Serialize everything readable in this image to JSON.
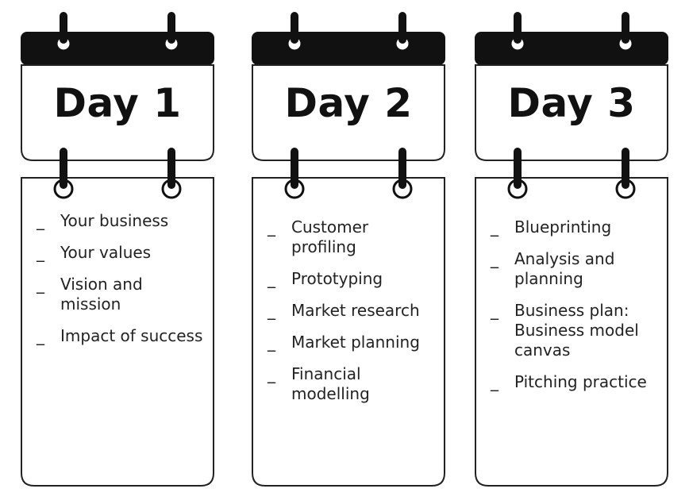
{
  "days": [
    {
      "title": "Day 1",
      "topics": [
        "Your business",
        "Your values",
        "Vision and mission",
        "Impact of success"
      ]
    },
    {
      "title": "Day 2",
      "topics": [
        "Customer profiling",
        "Prototyping",
        "Market research",
        "Market planning",
        "Financial modelling"
      ]
    },
    {
      "title": "Day 3",
      "topics": [
        "Blueprinting",
        "Analysis and planning",
        "Business plan: Business model canvas",
        "Pitching practice"
      ]
    }
  ],
  "bullet": "_",
  "colors": {
    "ink": "#111111",
    "text": "#222222",
    "background": "#ffffff"
  }
}
